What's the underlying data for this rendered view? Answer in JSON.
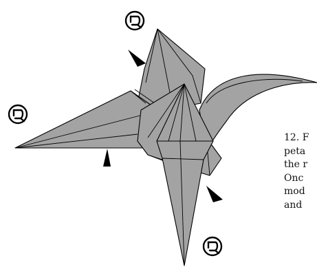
{
  "caption": {
    "lines": [
      "12. F",
      "peta",
      "the r",
      "Onc",
      "mod",
      "and"
    ]
  },
  "icons": {
    "rotate": "rotate-clockwise-icon",
    "pointer": "black-triangle-arrow-icon"
  },
  "colors": {
    "paper": "#a3a3a3",
    "outline": "#000000",
    "background": "#ffffff"
  }
}
